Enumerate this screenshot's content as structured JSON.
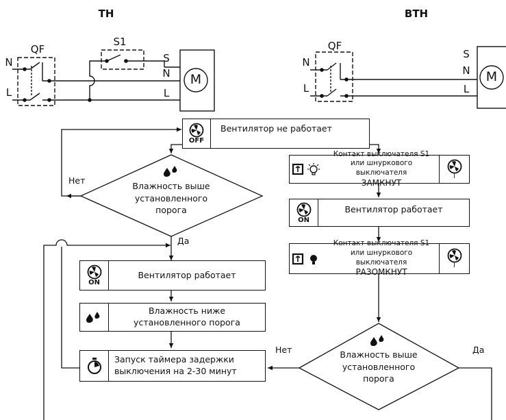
{
  "headers": {
    "th": "TH",
    "bth": "BTH"
  },
  "wiring_left": {
    "qf": "QF",
    "s1": "S1",
    "n": "N",
    "l": "L",
    "terminals": [
      "S",
      "N",
      "L"
    ],
    "motor": "M"
  },
  "wiring_right": {
    "qf": "QF",
    "n": "N",
    "l": "L",
    "terminals": [
      "S",
      "N",
      "L"
    ],
    "motor": "M"
  },
  "flow": {
    "start": {
      "text": "Вентилятор не работает",
      "badge": "OFF"
    },
    "left_decision": {
      "lines": [
        "Влажность выше",
        "установленного",
        "порога"
      ],
      "no": "Нет",
      "yes": "Да"
    },
    "fan_on": {
      "text": "Вентилятор работает",
      "badge": "ON"
    },
    "humidity_below": {
      "lines": [
        "Влажность ниже",
        "установленного порога"
      ]
    },
    "timer": {
      "lines": [
        "Запуск таймера задержки",
        "выключения на 2-30 минут"
      ]
    },
    "contact_closed": {
      "lines": [
        "Контакт выключателя S1",
        "или шнуркового выключателя",
        "ЗАМКНУТ"
      ],
      "badge": "I"
    },
    "fan_on_right": {
      "text": "Вентилятор работает",
      "badge": "ON"
    },
    "contact_open": {
      "lines": [
        "Контакт выключателя S1",
        "или шнуркового выключателя",
        "РАЗОМКНУТ"
      ],
      "badge": "I"
    },
    "right_decision": {
      "lines": [
        "Влажность выше",
        "установленного",
        "порога"
      ],
      "no": "Нет",
      "yes": "Да"
    }
  }
}
